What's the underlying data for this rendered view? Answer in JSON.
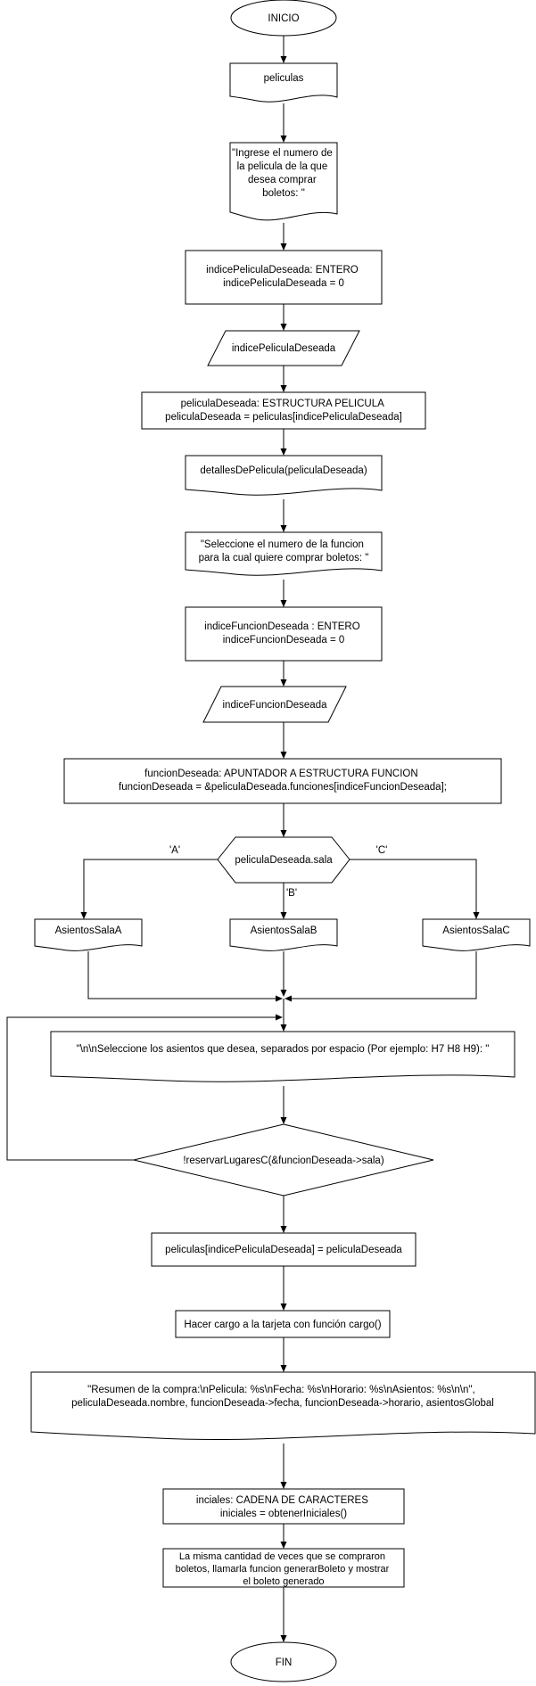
{
  "nodes": {
    "start": "INICIO",
    "peliculas_doc": "peliculas",
    "prompt_pelicula": [
      "\"Ingrese el numero de",
      "la pelicula de la que",
      "desea comprar",
      "boletos: \""
    ],
    "decl_indice_pelicula": [
      "indicePeliculaDeseada: ENTERO",
      "indicePeliculaDeseada = 0"
    ],
    "input_indice_pelicula": "indicePeliculaDeseada",
    "decl_pelicula": [
      "peliculaDeseada: ESTRUCTURA PELICULA",
      "peliculaDeseada = peliculas[indicePeliculaDeseada]"
    ],
    "detalles_doc": "detallesDePelicula(peliculaDeseada)",
    "prompt_funcion": [
      "\"Seleccione el numero de la funcion",
      "para la cual quiere comprar boletos: \""
    ],
    "decl_indice_funcion": [
      "indiceFuncionDeseada : ENTERO",
      "indiceFuncionDeseada = 0"
    ],
    "input_indice_funcion": "indiceFuncionDeseada",
    "decl_funcion": [
      "funcionDeseada: APUNTADOR A ESTRUCTURA FUNCION",
      "funcionDeseada = &peliculaDeseada.funciones[indiceFuncionDeseada];"
    ],
    "switch_sala": "peliculaDeseada.sala",
    "case_a_label": "'A'",
    "case_b_label": "'B'",
    "case_c_label": "'C'",
    "asientos_a": "AsientosSalaA",
    "asientos_b": "AsientosSalaB",
    "asientos_c": "AsientosSalaC",
    "prompt_asientos": "\"\\n\\nSeleccione los asientos que desea, separados por espacio (Por ejemplo: H7 H8 H9): \"",
    "loop_condition": "!reservarLugaresC(&funcionDeseada->sala)",
    "assign_pelicula": "peliculas[indicePeliculaDeseada] = peliculaDeseada",
    "cargo": "Hacer cargo a la tarjeta con función cargo()",
    "resumen_doc": [
      "\"Resumen de la compra:\\nPelicula: %s\\nFecha: %s\\nHorario: %s\\nAsientos: %s\\n\\n\",",
      "peliculaDeseada.nombre, funcionDeseada->fecha, funcionDeseada->horario, asientosGlobal"
    ],
    "decl_iniciales": [
      "inciales: CADENA DE CARACTERES",
      "iniciales = obtenerIniciales()"
    ],
    "boletos": [
      "La misma cantidad de veces que se compraron",
      "boletos, llamarla funcion generarBoleto y mostrar",
      "el boleto generado"
    ],
    "end": "FIN"
  }
}
